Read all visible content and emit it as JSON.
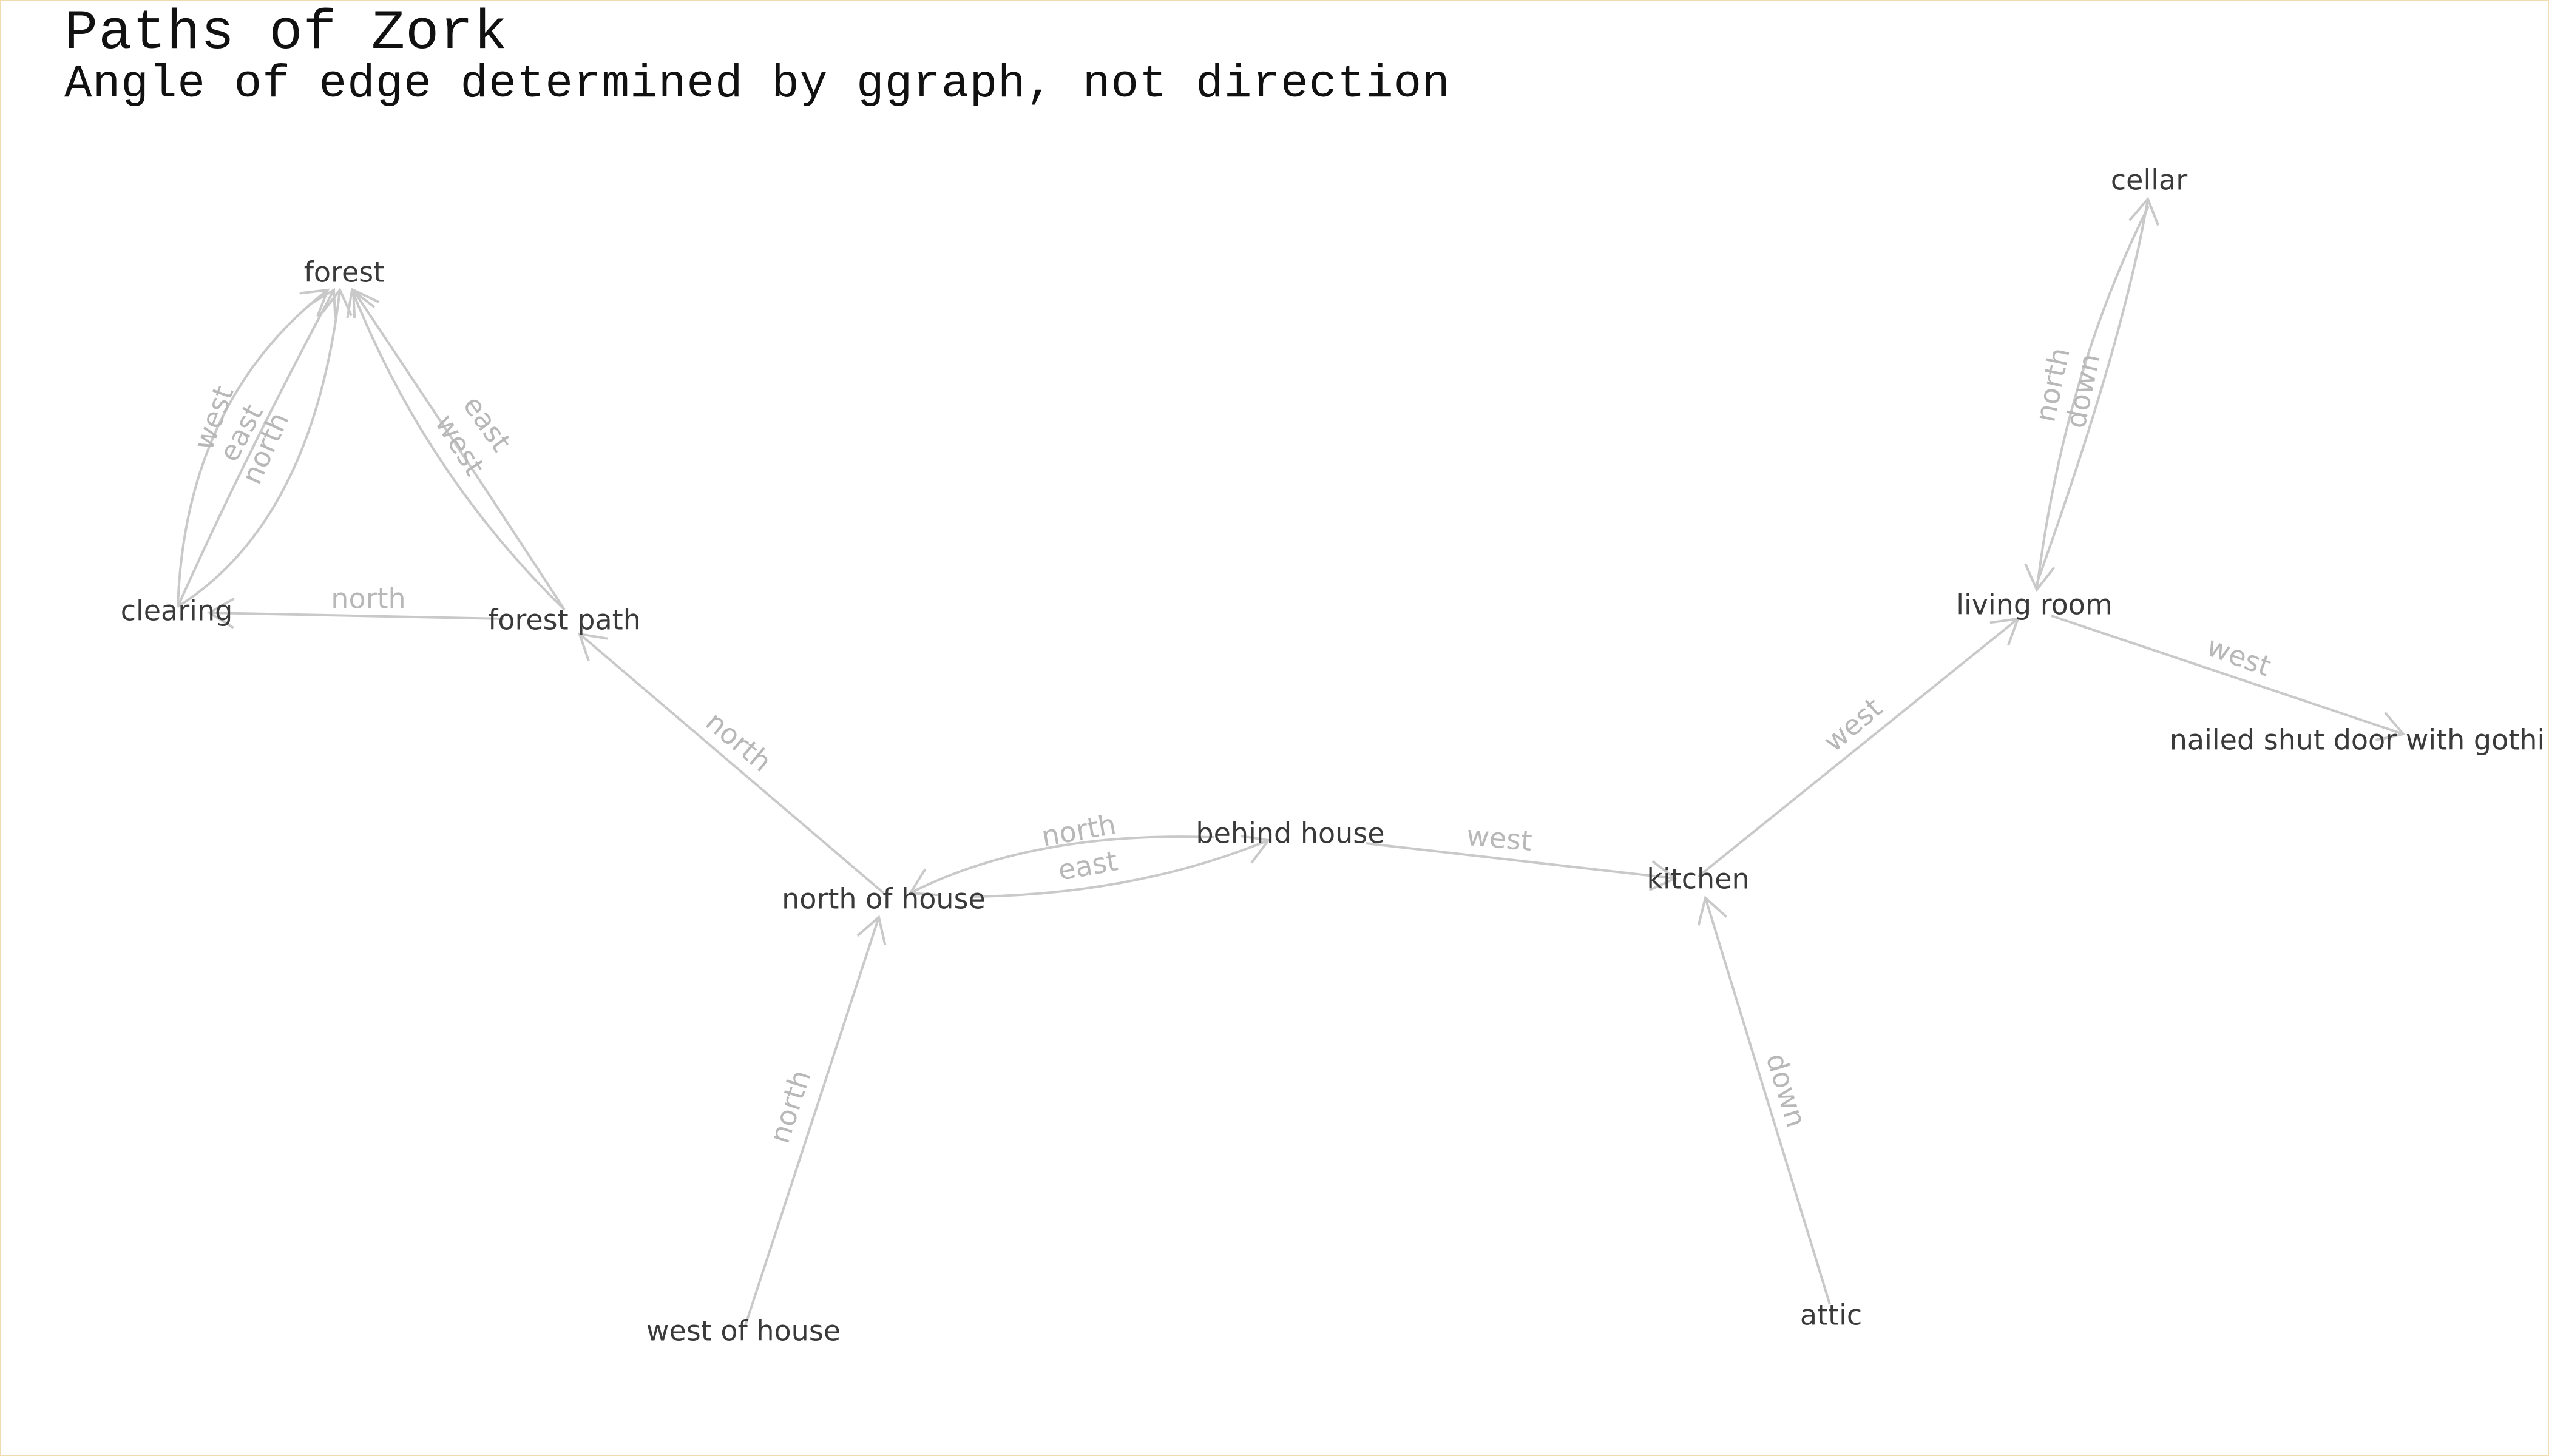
{
  "title": "Paths of Zork",
  "subtitle": "Angle of edge determined by ggraph, not direction",
  "colors": {
    "edge": "#c9c9c9",
    "edge_label": "#b8b8b8",
    "node_label": "#3a3a3a",
    "border": "#f1dcb0"
  },
  "nodes": [
    {
      "id": "forest",
      "label": "forest"
    },
    {
      "id": "clearing",
      "label": "clearing"
    },
    {
      "id": "forest_path",
      "label": "forest path"
    },
    {
      "id": "north_of_house",
      "label": "north of house"
    },
    {
      "id": "behind_house",
      "label": "behind house"
    },
    {
      "id": "kitchen",
      "label": "kitchen"
    },
    {
      "id": "living_room",
      "label": "living room"
    },
    {
      "id": "cellar",
      "label": "cellar"
    },
    {
      "id": "nailed_shut_door",
      "label": "nailed shut door with gothi"
    },
    {
      "id": "west_of_house",
      "label": "west of house"
    },
    {
      "id": "attic",
      "label": "attic"
    }
  ],
  "edges": [
    {
      "from": "clearing",
      "to": "forest",
      "label": "west"
    },
    {
      "from": "clearing",
      "to": "forest",
      "label": "east"
    },
    {
      "from": "clearing",
      "to": "forest",
      "label": "north"
    },
    {
      "from": "forest_path",
      "to": "forest",
      "label": "east"
    },
    {
      "from": "forest_path",
      "to": "forest",
      "label": "west"
    },
    {
      "from": "forest_path",
      "to": "clearing",
      "label": "north"
    },
    {
      "from": "north_of_house",
      "to": "forest_path",
      "label": "north"
    },
    {
      "from": "behind_house",
      "to": "north_of_house",
      "label": "north"
    },
    {
      "from": "north_of_house",
      "to": "behind_house",
      "label": "east"
    },
    {
      "from": "behind_house",
      "to": "kitchen",
      "label": "west"
    },
    {
      "from": "kitchen",
      "to": "living_room",
      "label": "west"
    },
    {
      "from": "cellar",
      "to": "living_room",
      "label": "north"
    },
    {
      "from": "living_room",
      "to": "cellar",
      "label": "down"
    },
    {
      "from": "living_room",
      "to": "nailed_shut_door",
      "label": "west"
    },
    {
      "from": "west_of_house",
      "to": "north_of_house",
      "label": "north"
    },
    {
      "from": "attic",
      "to": "kitchen",
      "label": "down"
    }
  ]
}
